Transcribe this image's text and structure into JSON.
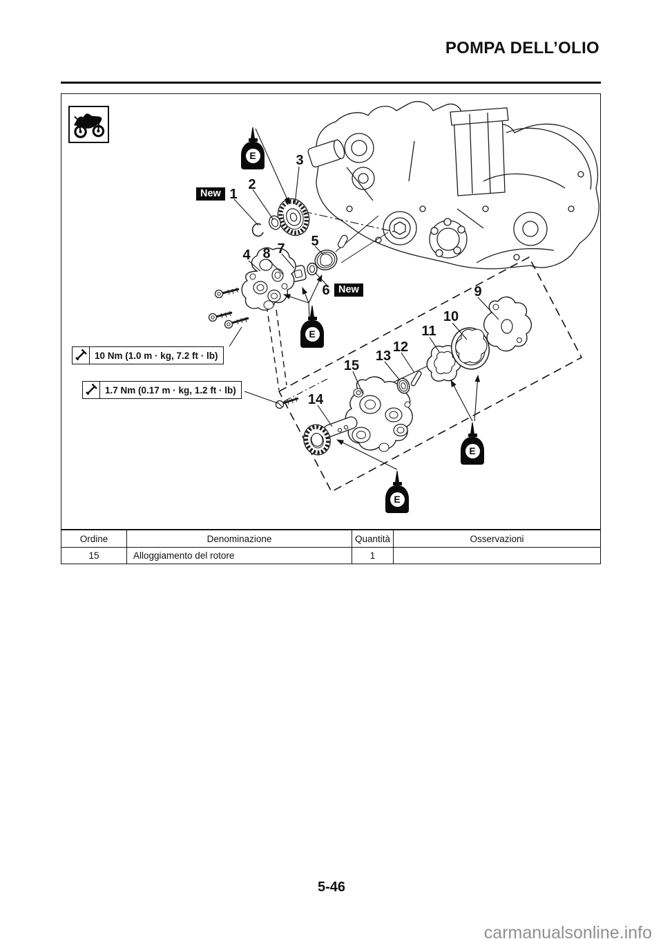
{
  "page": {
    "title": "POMPA DELL’OLIO",
    "page_number": "5-46",
    "watermark": "carmanualsonline.info"
  },
  "figure": {
    "oil_symbol": "E",
    "new_labels": [
      "New",
      "New"
    ],
    "callouts": [
      "1",
      "2",
      "3",
      "4",
      "5",
      "6",
      "7",
      "8",
      "9",
      "10",
      "11",
      "12",
      "13",
      "14",
      "15"
    ],
    "torque_specs": [
      {
        "label": "10 Nm (1.0 m · kg, 7.2 ft · lb)"
      },
      {
        "label": "1.7 Nm (0.17 m · kg, 1.2 ft · lb)"
      }
    ]
  },
  "parts_table": {
    "headers": [
      "Ordine",
      "Denominazione",
      "Quantità",
      "Osservazioni"
    ],
    "rows": [
      {
        "ordine": "15",
        "denominazione": "Alloggiamento del rotore",
        "quantita": "1",
        "osservazioni": ""
      }
    ]
  }
}
